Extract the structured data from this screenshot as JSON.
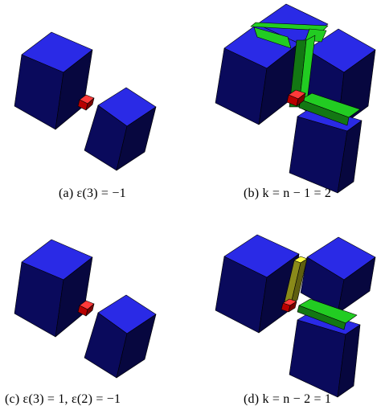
{
  "panels": [
    {
      "id": "a",
      "caption": "(a) ε(3) = −1"
    },
    {
      "id": "b",
      "caption": "(b) k = n − 1 = 2"
    },
    {
      "id": "c",
      "caption": "(c) ε(3) = 1, ε(2) = −1"
    },
    {
      "id": "d",
      "caption": "(d) k = n − 2 = 1"
    }
  ],
  "colors": {
    "blue_top": "#2a2ae6",
    "blue_front": "#0a0a5c",
    "blue_side": "#07073f",
    "green": "#22cc22",
    "green_dark": "#137713",
    "red_top": "#ff3a3a",
    "red_front": "#b80000",
    "red_side": "#7a0000",
    "yellow_top": "#ffff44",
    "yellow_front": "#8a8a1a",
    "yellow_side": "#5f5f10"
  }
}
